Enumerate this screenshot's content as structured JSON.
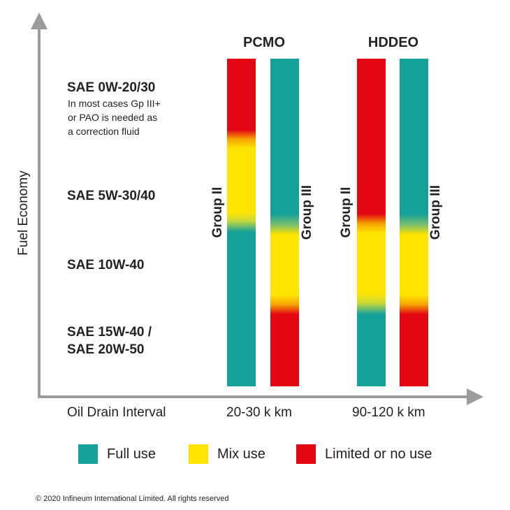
{
  "axes": {
    "y_label": "Fuel Economy",
    "x_label": "Oil Drain Interval"
  },
  "grades": [
    {
      "line1": "SAE 0W-20/30",
      "line2": ""
    },
    {
      "line1": "SAE 5W-30/40",
      "line2": ""
    },
    {
      "line1": "SAE 10W-40",
      "line2": ""
    },
    {
      "line1": "SAE 15W-40 /",
      "line2": "SAE 20W-50"
    }
  ],
  "note": {
    "line1": "In most cases Gp III+",
    "line2": "or PAO is needed as",
    "line3": "a correction fluid"
  },
  "groups": [
    {
      "title": "PCMO",
      "interval": "20-30 k km"
    },
    {
      "title": "HDDEO",
      "interval": "90-120 k km"
    }
  ],
  "bar_labels": {
    "group2": "Group II",
    "group3": "Group III"
  },
  "legend": [
    {
      "label": "Full use",
      "color": "#13a19a"
    },
    {
      "label": "Mix use",
      "color": "#ffe400"
    },
    {
      "label": "Limited or no use",
      "color": "#e30613"
    }
  ],
  "colors": {
    "full": "#13a19a",
    "mix": "#ffe400",
    "limited": "#e30613",
    "axis": "#9b9b9b"
  },
  "copyright": "© 2020 Infineum International Limited. All rights reserved"
}
